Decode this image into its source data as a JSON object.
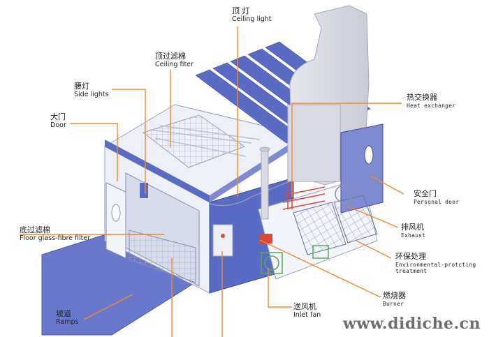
{
  "labels": {
    "ceiling_light": {
      "cn": "顶 灯",
      "en": "Ceiling light"
    },
    "ceiling_filter": {
      "cn": "顶过滤棉",
      "en": "Ceiling fiter"
    },
    "side_lights": {
      "cn": "腰灯",
      "en": "Side lights"
    },
    "door": {
      "cn": "大门",
      "en": "Door"
    },
    "heat_exchanger": {
      "cn": "热交换器",
      "en": "Heat exchanger"
    },
    "personal_door": {
      "cn": "安全门",
      "en": "Personal door"
    },
    "exhaust": {
      "cn": "排风机",
      "en": "Exhaust"
    },
    "environmental": {
      "cn": "环保处理",
      "en": "Environmental-protcting",
      "en2": "treatment"
    },
    "burner": {
      "cn": "燃烧器",
      "en": "Burner"
    },
    "inlet_fan": {
      "cn": "送风机",
      "en": "Inlet fan"
    },
    "floor_filter": {
      "cn": "底过滤棉",
      "en": "Floor glass-fibre filter"
    },
    "ramps": {
      "cn": "坡道",
      "en": "Ramps"
    }
  },
  "watermark": "www.didiche.cn",
  "colors": {
    "leader": "#f08a2e",
    "panel_blue": "#5a6bc4",
    "panel_light": "#eef0f7",
    "ramp_blue": "#6a78cc",
    "duct_gray": "#dcdde4",
    "green": "#5aa85a",
    "red": "#d9483b"
  }
}
